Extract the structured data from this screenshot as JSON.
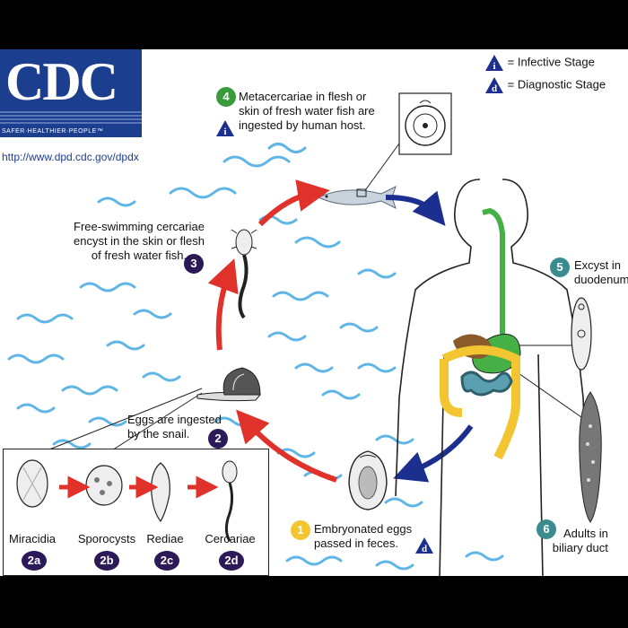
{
  "logo": {
    "text": "CDC",
    "tagline": "SAFER·HEALTHIER·PEOPLE™"
  },
  "url": "http://www.dpd.cdc.gov/dpdx",
  "legend": {
    "infective": {
      "symbol": "i",
      "label": "= Infective Stage"
    },
    "diagnostic": {
      "symbol": "d",
      "label": "= Diagnostic Stage"
    }
  },
  "steps": {
    "s1": {
      "num": "1",
      "lines": [
        "Embryonated eggs",
        "passed in feces."
      ],
      "badge": "d"
    },
    "s2": {
      "num": "2",
      "lines": [
        "Eggs are ingested",
        "by the snail."
      ]
    },
    "s3": {
      "num": "3",
      "lines": [
        "Free-swimming cercariae",
        "encyst in the skin or flesh",
        "of fresh water fish."
      ]
    },
    "s4": {
      "num": "4",
      "lines": [
        "Metacercariae in flesh or",
        "skin of fresh water fish are",
        "ingested by human host."
      ],
      "badge": "i"
    },
    "s5": {
      "num": "5",
      "lines": [
        "Excyst in",
        "duodenum"
      ]
    },
    "s6": {
      "num": "6",
      "lines": [
        "Adults in",
        "biliary duct"
      ]
    }
  },
  "snail_stages": [
    {
      "label": "Miracidia",
      "num": "2a"
    },
    {
      "label": "Sporocysts",
      "num": "2b"
    },
    {
      "label": "Rediae",
      "num": "2c"
    },
    {
      "label": "Cercariae",
      "num": "2d"
    }
  ],
  "colors": {
    "step1": "#f2c531",
    "step2": "#2b1a57",
    "step3": "#2b1a57",
    "step4": "#3a9b3a",
    "step5": "#3a8c8e",
    "step6": "#3a8c8e",
    "red_arrow": "#e0312a",
    "blue_arrow": "#1c2f8f",
    "water": "#5fb6e6"
  }
}
